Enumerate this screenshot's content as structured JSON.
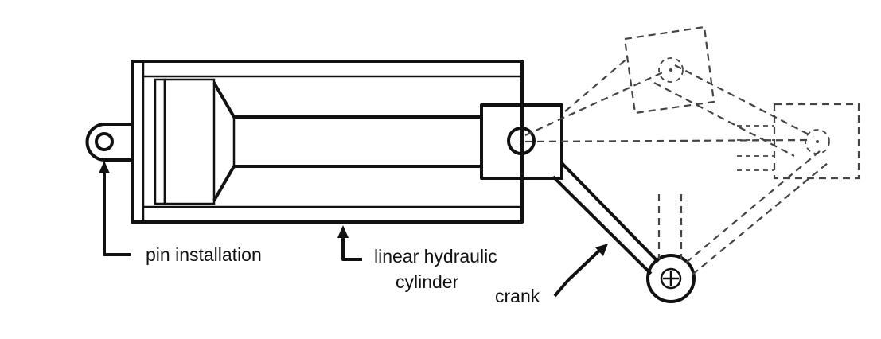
{
  "diagram": {
    "labels": {
      "pin_installation": "pin installation",
      "cylinder_line1": "linear hydraulic",
      "cylinder_line2": "cylinder",
      "crank": "crank"
    },
    "colors": {
      "stroke": "#111111",
      "dashed": "#444444",
      "background": "#ffffff"
    }
  }
}
